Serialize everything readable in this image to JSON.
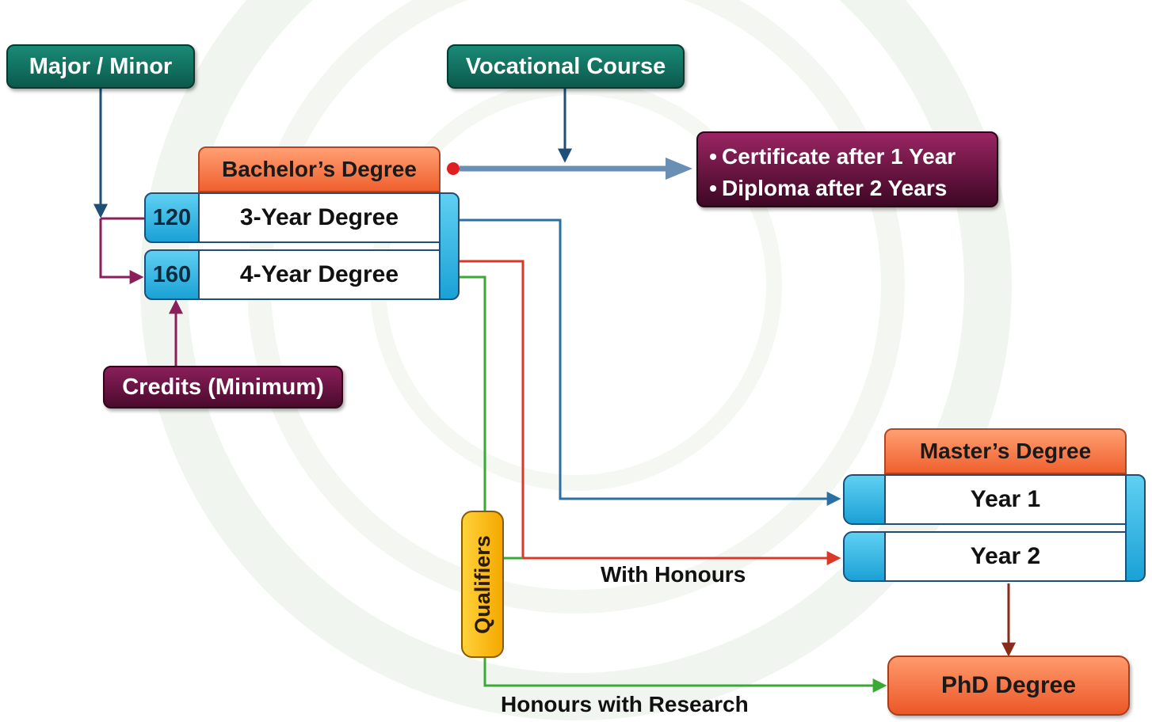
{
  "diagram": {
    "major_minor": "Major / Minor",
    "vocational_course": "Vocational Course",
    "certificate_list": [
      "Certificate after 1 Year",
      "Diploma after 2 Years"
    ],
    "bachelors": {
      "title": "Bachelor’s Degree",
      "rows": [
        {
          "credits": "120",
          "label": "3-Year Degree"
        },
        {
          "credits": "160",
          "label": "4-Year Degree"
        }
      ]
    },
    "credits_minimum": "Credits (Minimum)",
    "masters": {
      "title": "Master’s Degree",
      "rows": [
        "Year 1",
        "Year 2"
      ]
    },
    "qualifiers": "Qualifiers",
    "with_honours": "With Honours",
    "honours_with_research": "Honours with Research",
    "phd": "PhD Degree"
  },
  "colors": {
    "teal": "#0b5a4c",
    "plum": "#4b0a2d",
    "orange": "#f0602e",
    "cyan": "#1ba1d6",
    "yellow": "#f5a800",
    "blue_line": "#2b6fa3",
    "red_line": "#d83a2a",
    "green_line": "#3aaa35",
    "purple_line": "#8a1f5a",
    "steel_line": "#6a8fb5",
    "brown_line": "#8a2a1a"
  }
}
